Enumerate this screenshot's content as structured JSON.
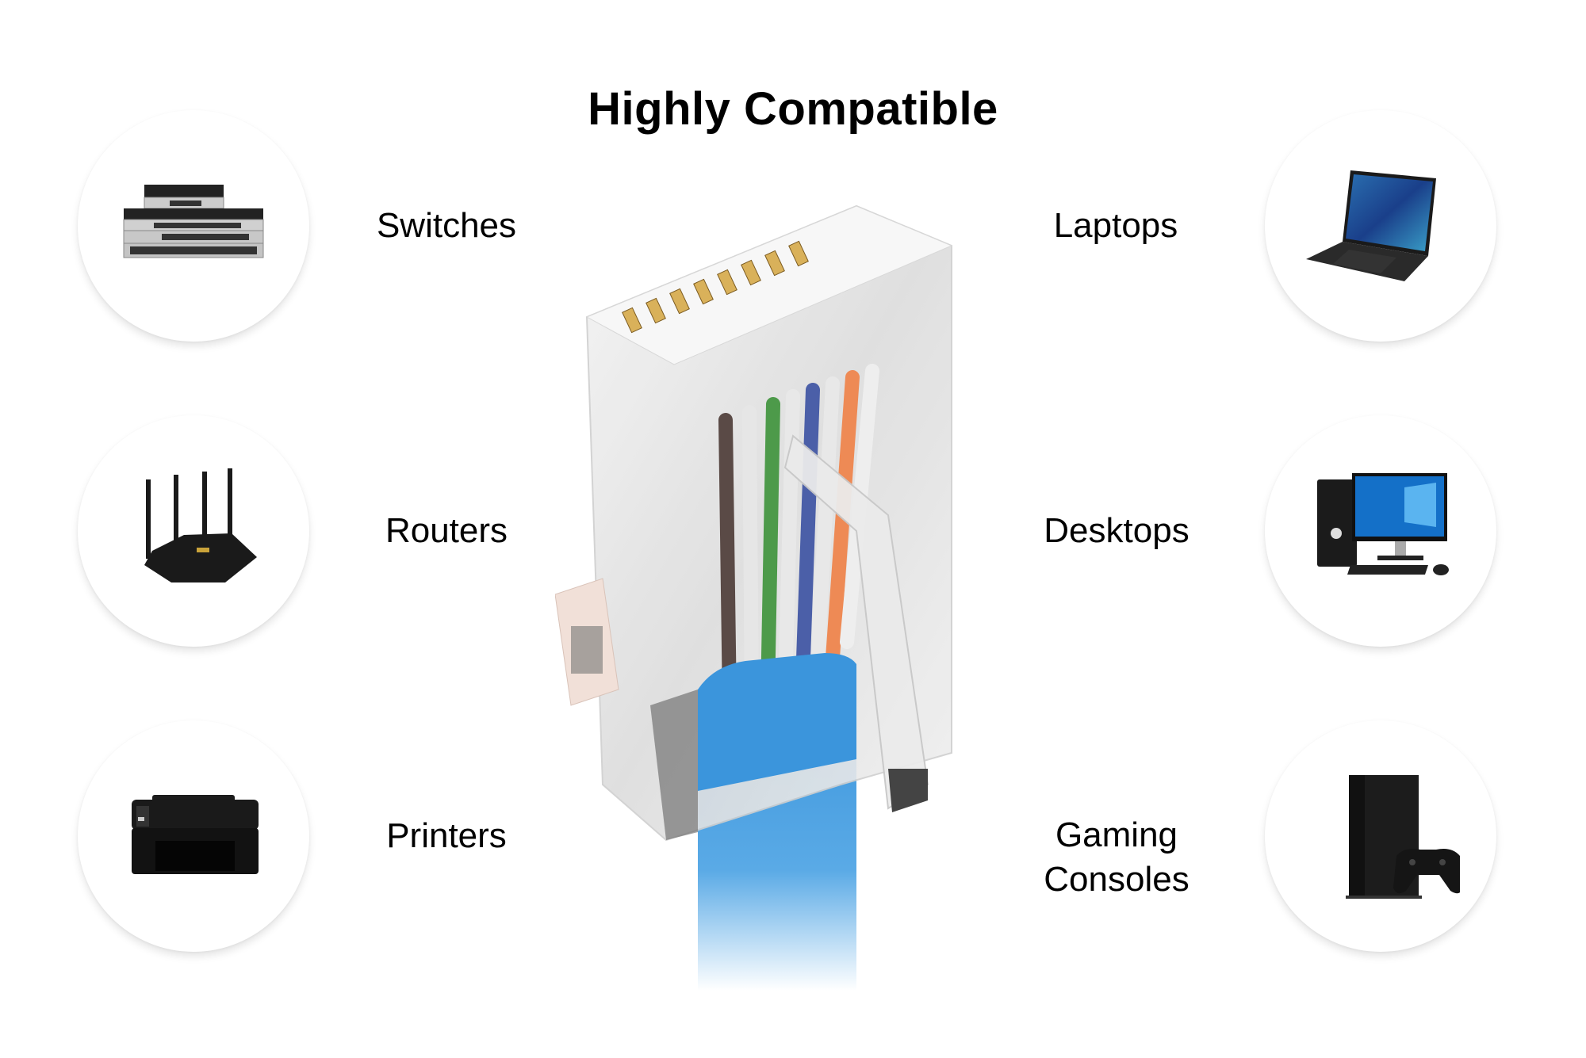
{
  "title": "Highly Compatible",
  "colors": {
    "cable_blue": "#3b95dc",
    "text": "#000000",
    "background": "#ffffff"
  },
  "devices_left": [
    {
      "label": "Switches",
      "icon": "network-switch-icon"
    },
    {
      "label": "Routers",
      "icon": "wifi-router-icon"
    },
    {
      "label": "Printers",
      "icon": "printer-icon"
    }
  ],
  "devices_right": [
    {
      "label": "Laptops",
      "icon": "laptop-icon"
    },
    {
      "label": "Desktops",
      "icon": "desktop-computer-icon"
    },
    {
      "label_line1": "Gaming",
      "label_line2": "Consoles",
      "icon": "game-console-icon"
    }
  ],
  "center_image": "rj45-connector-with-blue-cable"
}
